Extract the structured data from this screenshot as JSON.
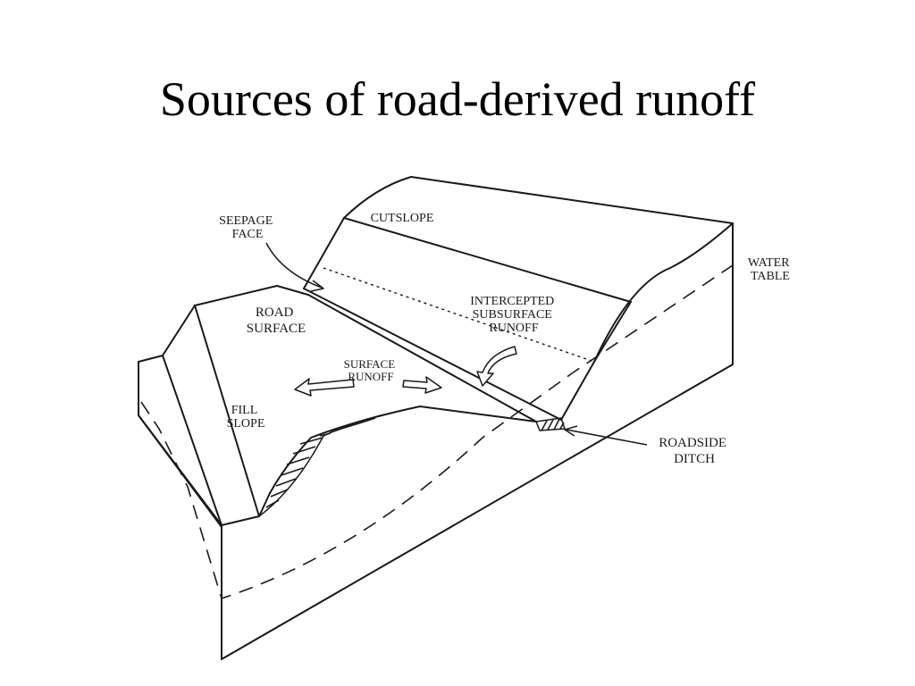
{
  "title": "Sources of road-derived runoff",
  "labels": {
    "seepage_face": [
      "SEEPAGE",
      "FACE"
    ],
    "cutslope": [
      "CUTSLOPE"
    ],
    "water_table": [
      "WATER",
      "TABLE"
    ],
    "road_surface": [
      "ROAD",
      "SURFACE"
    ],
    "intercepted_subsurface_runoff": [
      "INTERCEPTED",
      "SUBSURFACE",
      "RUNOFF"
    ],
    "surface_runoff": [
      "SURFACE",
      "RUNOFF"
    ],
    "fill_slope": [
      "FILL",
      "SLOPE"
    ],
    "roadside_ditch": [
      "ROADSIDE",
      "DITCH"
    ]
  },
  "colors": {
    "ink": "#1a1a1a",
    "background": "#ffffff"
  }
}
